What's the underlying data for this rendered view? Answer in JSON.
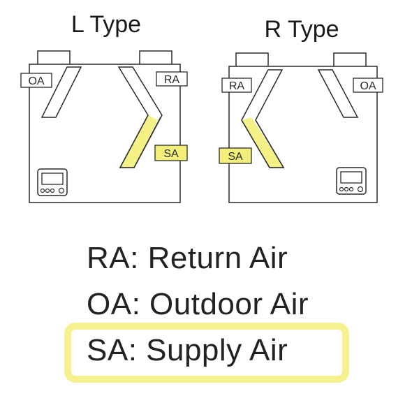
{
  "diagram": {
    "left_unit": {
      "title": "L Type",
      "labels": {
        "oa": "OA",
        "ra": "RA",
        "sa": "SA"
      }
    },
    "right_unit": {
      "title": "R Type",
      "labels": {
        "ra": "RA",
        "oa": "OA",
        "sa": "SA"
      }
    },
    "colors": {
      "outline": "#2a2a2a",
      "highlight": "#f3ef7a",
      "duct_fill": "#ffffff"
    }
  },
  "legend": {
    "items": [
      {
        "text": "RA: Return Air"
      },
      {
        "text": "OA: Outdoor Air"
      },
      {
        "text": "SA: Supply Air"
      }
    ],
    "highlighted_index": 2
  }
}
